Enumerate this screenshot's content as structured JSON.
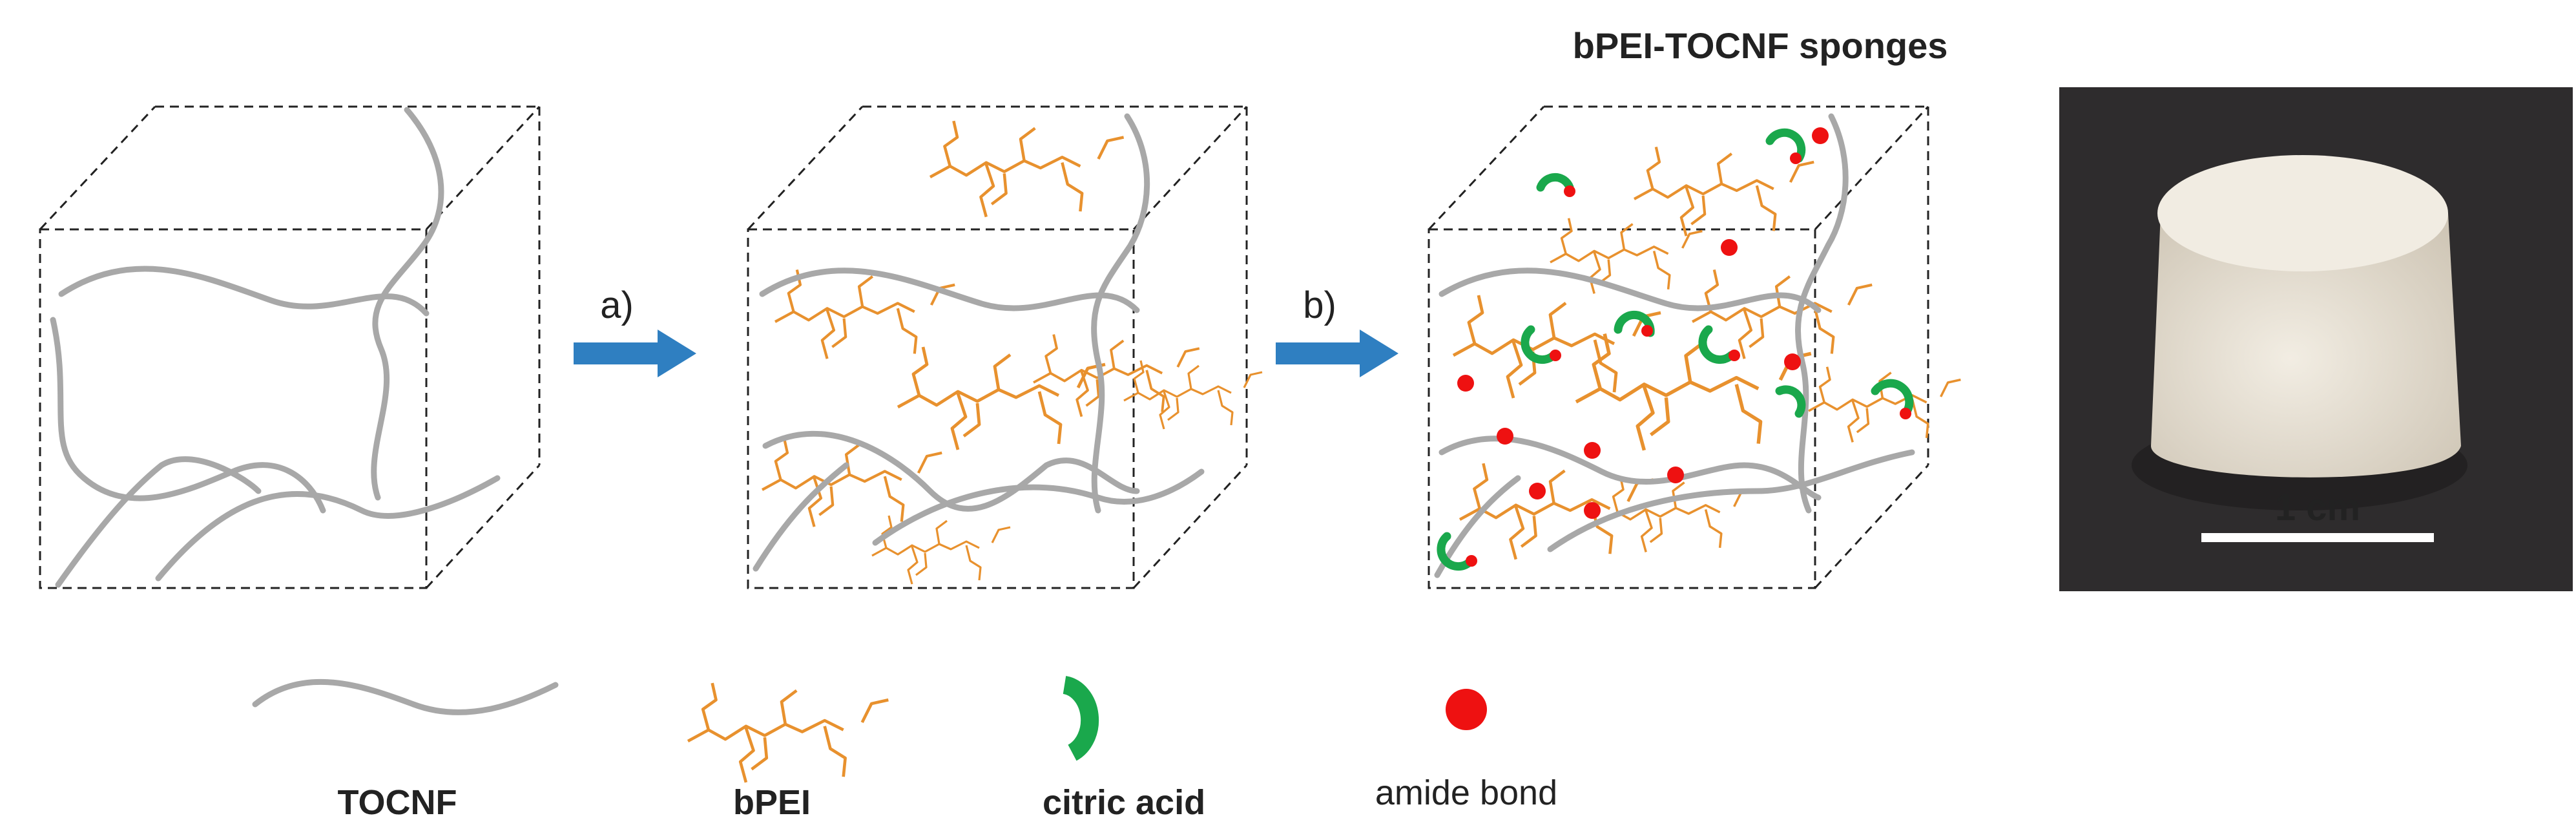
{
  "title": "bPEI-TOCNF sponges",
  "steps": {
    "a": "a)",
    "b": "b)"
  },
  "scale_bar": "1 cm",
  "legend": {
    "tocnf": "TOCNF",
    "bpei": "bPEI",
    "citric_acid": "citric acid",
    "amide_bond": "amide bond"
  },
  "colors": {
    "fiber": "#a8a8a8",
    "bpei": "#e8912e",
    "citric_acid": "#1aa84c",
    "amide_bond": "#ee1111",
    "arrow": "#2f7fc1",
    "photo_bg": "#2e2c2d",
    "sponge": "#e8e2d6"
  }
}
